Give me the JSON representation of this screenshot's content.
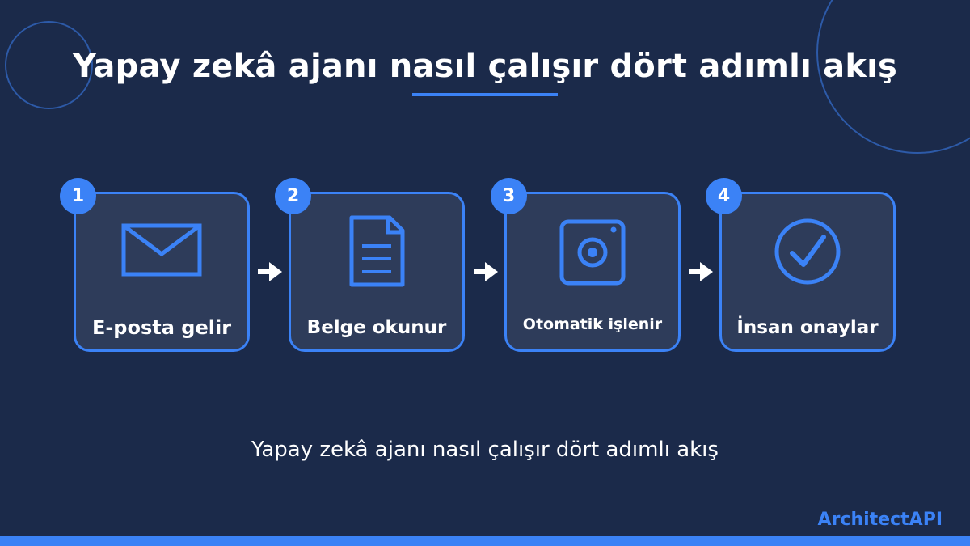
{
  "title": "Yapay zekâ ajanı nasıl çalışır dört adımlı akış",
  "subtitle": "Yapay zekâ ajanı nasıl çalışır dört adımlı akış",
  "brand": "ArchitectAPI",
  "colors": {
    "background": "#1b2a4a",
    "accent": "#3b82f6",
    "card_fill": "#2e3c5a",
    "text": "#ffffff"
  },
  "steps": [
    {
      "number": "1",
      "label": "E-posta gelir",
      "icon": "envelope-icon"
    },
    {
      "number": "2",
      "label": "Belge okunur",
      "icon": "document-icon"
    },
    {
      "number": "3",
      "label": "Otomatik işlenir",
      "icon": "camera-icon"
    },
    {
      "number": "4",
      "label": "İnsan onaylar",
      "icon": "check-circle-icon"
    }
  ]
}
